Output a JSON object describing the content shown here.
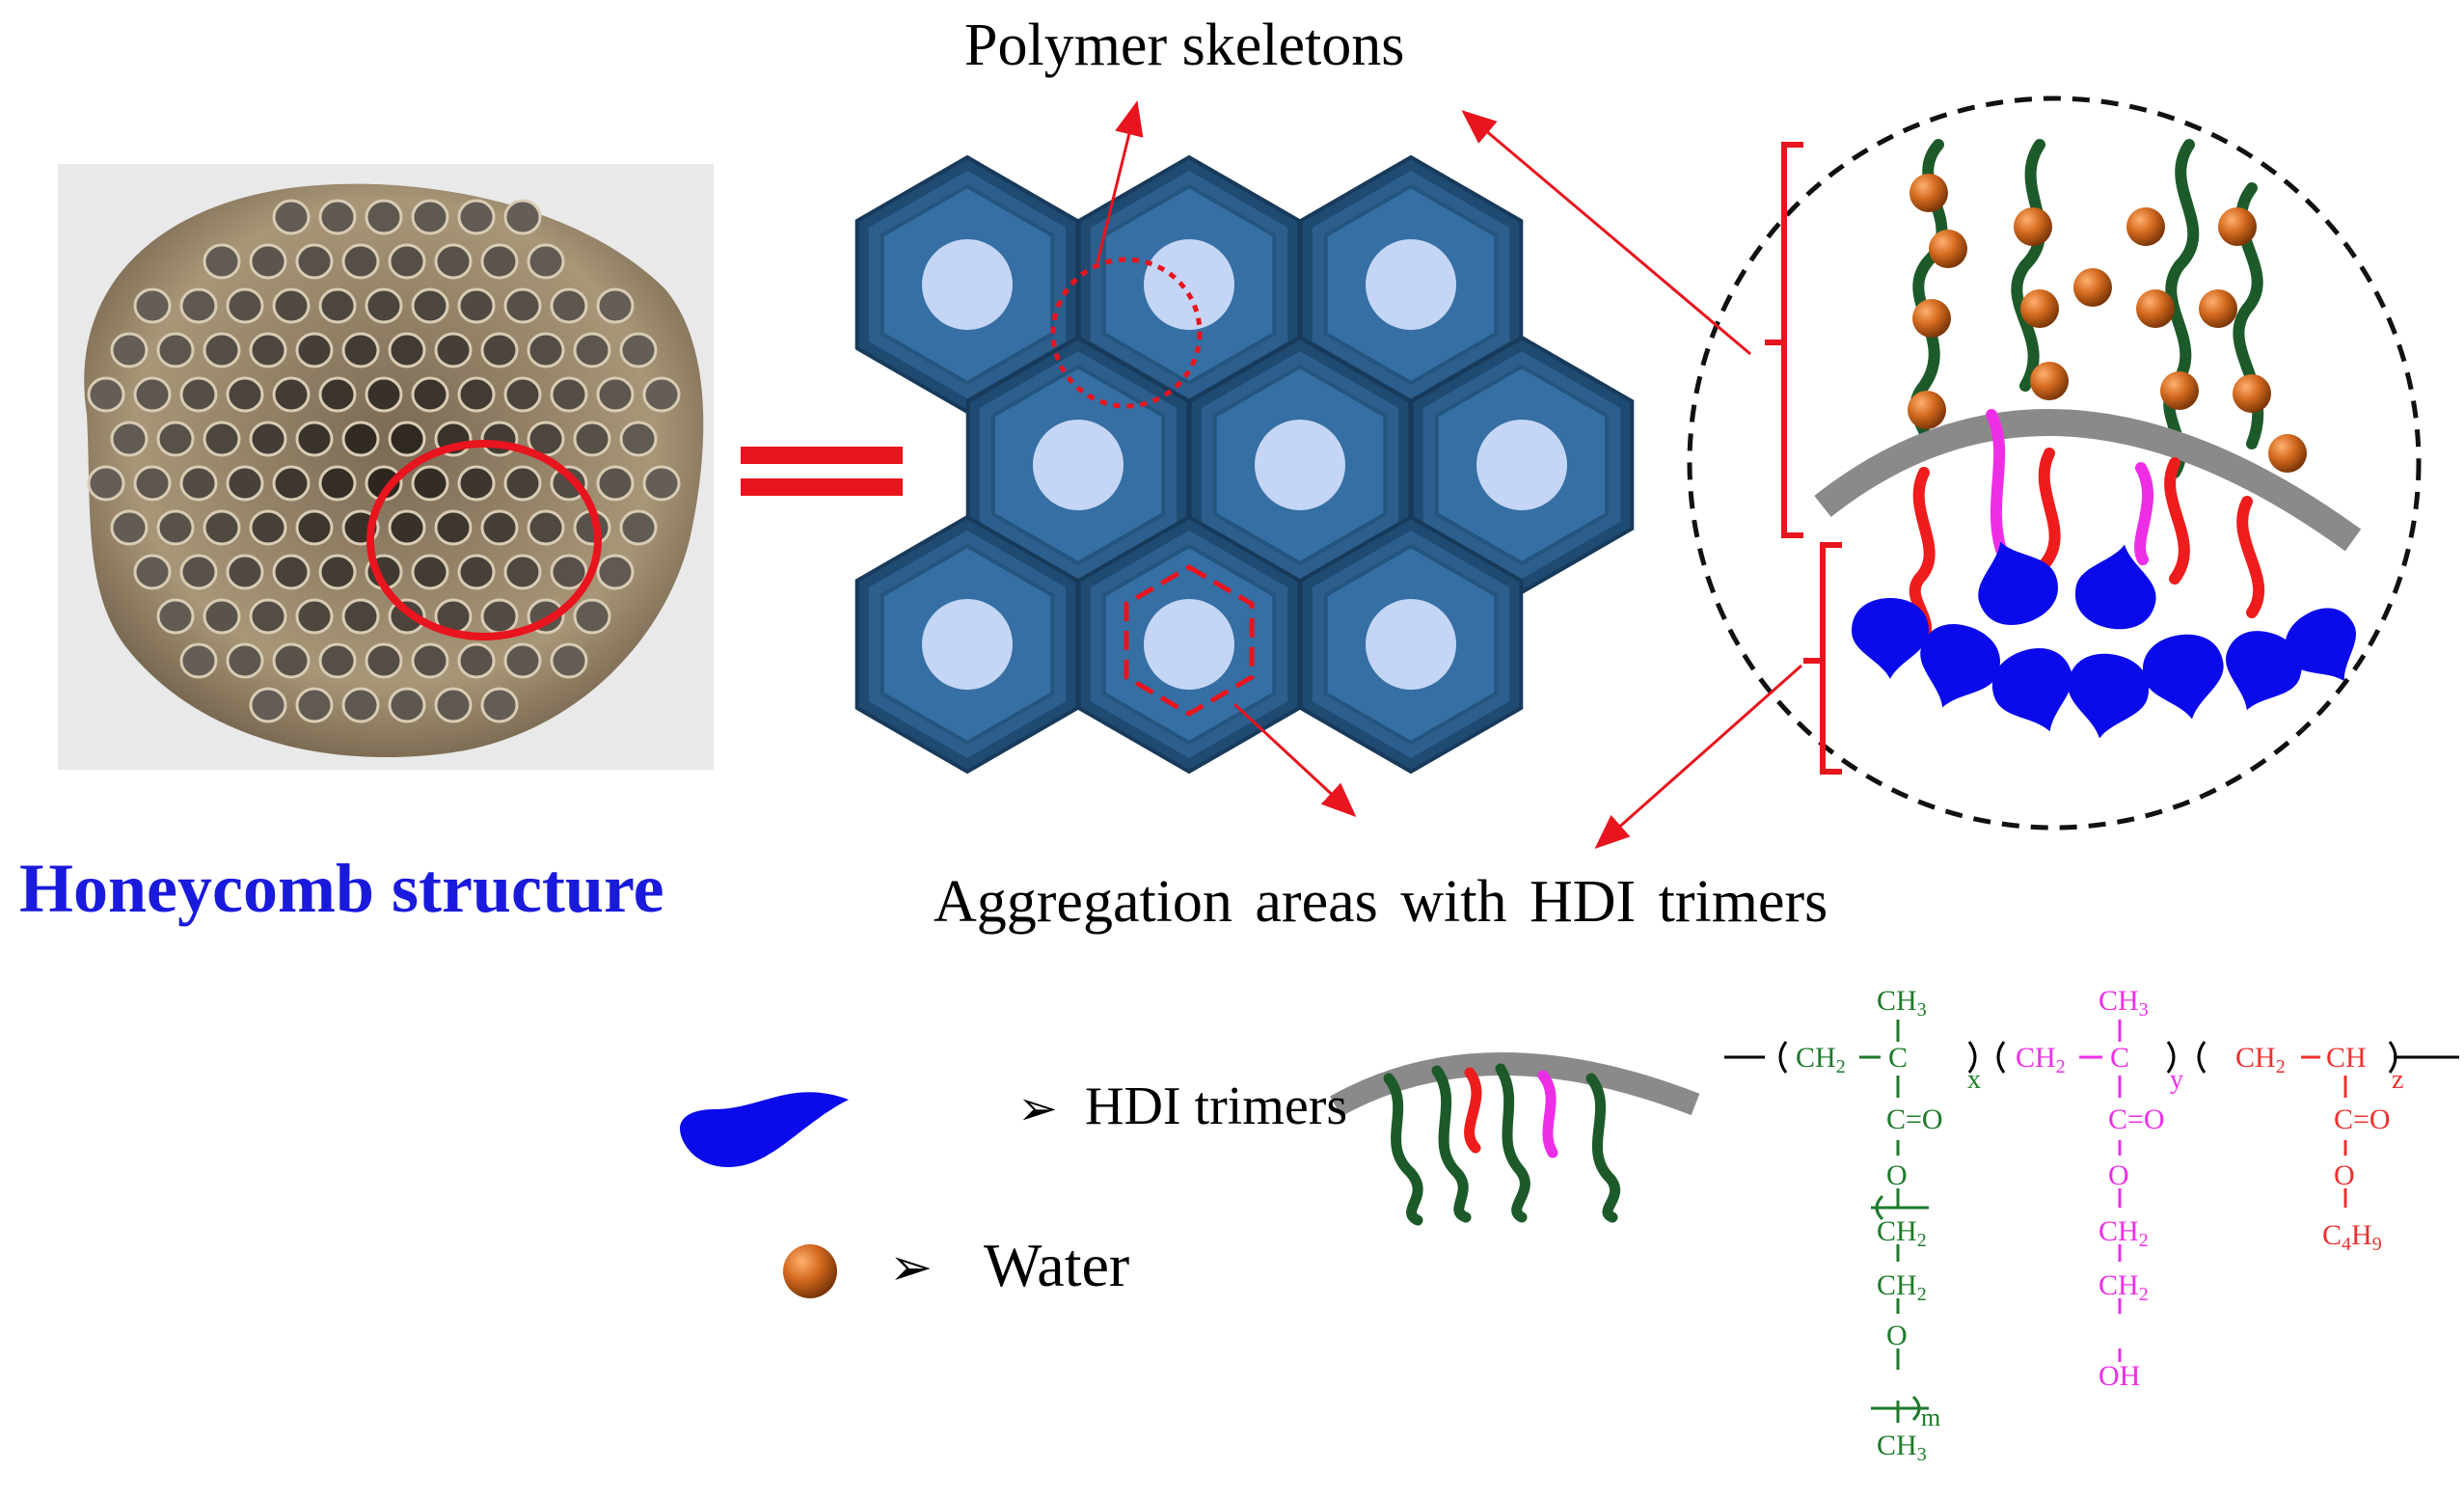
{
  "labels": {
    "polymer_skeletons": "Polymer skeletons",
    "aggregation_areas": "Aggregation areas with HDI trimers",
    "honeycomb_structure": "Honeycomb structure"
  },
  "legend": {
    "hdi_marker": "➢",
    "hdi_label": "HDI trimers",
    "water_marker": "➢",
    "water_label": "Water"
  },
  "formula": {
    "unit1": {
      "ch2": "CH",
      "ch2_sub": "2",
      "c": "C",
      "ch3_top": "CH",
      "ch3_top_sub": "3",
      "carbonyl": "C=O",
      "o1": "O",
      "ch2_a": "CH",
      "ch2_a_sub": "2",
      "ch2_b": "CH",
      "ch2_b_sub": "2",
      "o2": "O",
      "ch3_bottom": "CH",
      "ch3_bottom_sub": "3",
      "repeat": "x",
      "inner_repeat": "m"
    },
    "unit2": {
      "ch2": "CH",
      "ch2_sub": "2",
      "c": "C",
      "ch3_top": "CH",
      "ch3_top_sub": "3",
      "carbonyl": "C=O",
      "o1": "O",
      "ch2_a": "CH",
      "ch2_a_sub": "2",
      "ch2_b": "CH",
      "ch2_b_sub": "2",
      "oh": "OH",
      "repeat": "y"
    },
    "unit3": {
      "ch2": "CH",
      "ch2_sub": "2",
      "ch": "CH",
      "carbonyl": "C=O",
      "o1": "O",
      "c4h9": "C",
      "c4h9_sub1": "4",
      "c4h9_h": "H",
      "c4h9_sub2": "9",
      "repeat": "z"
    }
  },
  "colors": {
    "hexagon_fill": "#2c5f8d",
    "hexagon_inner": "#356fa3",
    "pore": "#c5d5f5",
    "highlight_red": "#e8141e",
    "hdi_blue": "#0a0aeb",
    "water_orange": "#d2691e",
    "chain_green": "#1d5a2a",
    "chain_magenta": "#ee2ee6",
    "chain_red": "#ee1c1c",
    "label_blue": "#1a1adc",
    "formula_green": "#1d7a2a",
    "formula_magenta": "#ee2ee6",
    "formula_red": "#ee3030"
  }
}
